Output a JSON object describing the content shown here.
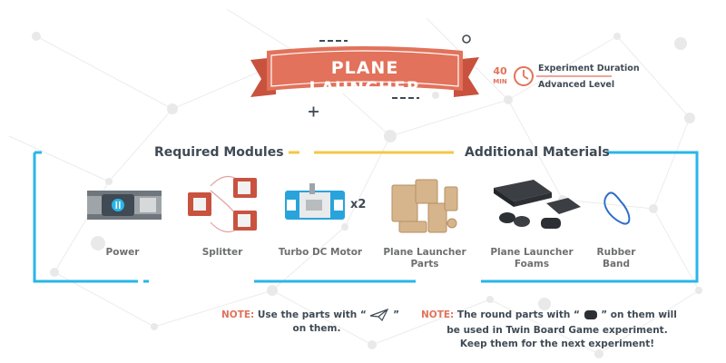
{
  "banner": {
    "title": "PLANE LAUNCHER"
  },
  "duration": {
    "value": "40",
    "unit": "MIN",
    "label": "Experiment Duration",
    "level": "Advanced Level"
  },
  "sections": {
    "required_title": "Required Modules",
    "additional_title": "Additional Materials"
  },
  "modules": [
    {
      "label_lines": [
        "Power"
      ]
    },
    {
      "label_lines": [
        "Splitter"
      ]
    },
    {
      "label_lines": [
        "Turbo DC Motor"
      ],
      "quantity": "x2"
    }
  ],
  "materials": [
    {
      "label_lines": [
        "Plane Launcher",
        "Parts"
      ]
    },
    {
      "label_lines": [
        "Plane Launcher",
        "Foams"
      ]
    },
    {
      "label_lines": [
        "Rubber",
        "Band"
      ]
    }
  ],
  "notes": {
    "left": {
      "prefix": "NOTE:",
      "text_before_icon": " Use the parts with “",
      "text_after_icon": "”",
      "line2": "on them."
    },
    "right": {
      "prefix": "NOTE:",
      "text_before_icon": " The round parts with “",
      "text_after_icon": "” on them will",
      "line2": "be used in Twin Board Game experiment.",
      "line3": "Keep them for the next experiment!"
    }
  },
  "icons": {
    "paper_plane": "paper-plane-icon",
    "foam_piece": "foam-piece-icon",
    "clock": "clock-icon"
  },
  "colors": {
    "accent": "#e2725b",
    "banner_dark": "#c9523f",
    "frame_blue": "#29b6e8",
    "frame_yellow": "#f6c744",
    "text_dark": "#3f4a54",
    "text_gray": "#6d6f71"
  }
}
